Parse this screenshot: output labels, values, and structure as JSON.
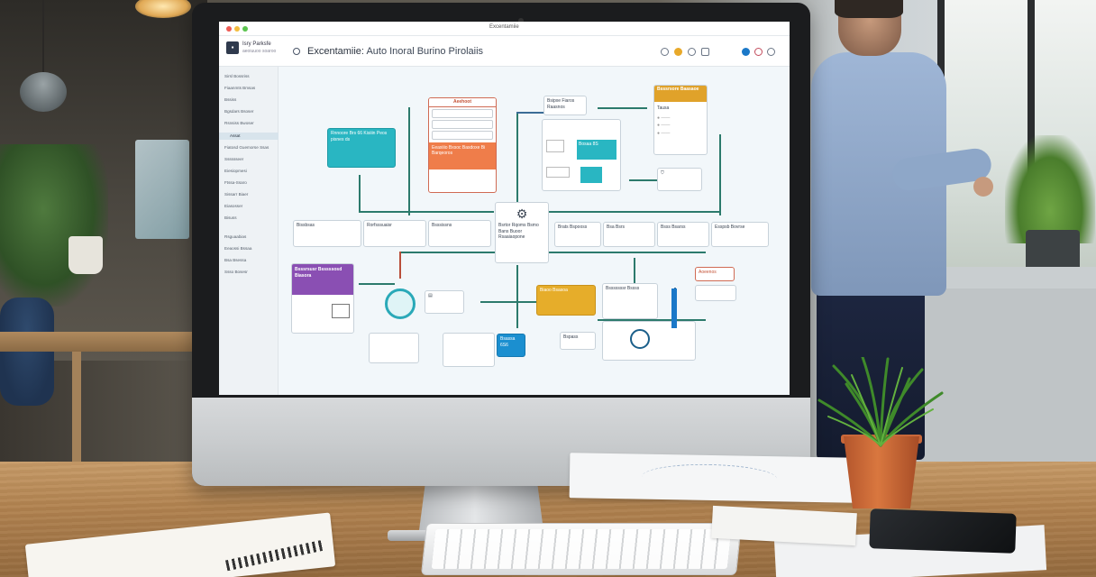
{
  "window": {
    "title": "Excentamiie"
  },
  "org": {
    "name": "Isry Parksfe",
    "sub": "aeoiuuoo soaroo"
  },
  "app": {
    "title": "Excentamiie:",
    "subtitle": "Auto Inoral Burino Pirolaiis"
  },
  "sidebar": {
    "items": [
      "Sirsl Bossriss",
      "Fiaanmts Bmsas",
      "Bssiss",
      "Bgsdars Bsoser",
      "Rsnsiss Bwoser",
      "Assat",
      "Fiatosd Guemorse Ssas",
      "Sssssseer",
      "Eiesiopmesi",
      "Ftssa-Ssaro",
      "Sissarr Biaer",
      "Eiasosser",
      "Bisuss",
      "Rsguaabias",
      "Eeaossi Bssaa",
      "Bsa Bsessa",
      "Ssso Bosesr"
    ]
  },
  "diagram": {
    "nodes": {
      "teal_top": "Rnnoore Brs 66 Kisiiin Peos pisnes ds",
      "approval_head": "Aeehoot",
      "approval_box": "Eeaxiiio Bxsoc Basdoxe Bi Barqeoros",
      "top_mid": "Bsipxe Fiaros Raasnos",
      "top_mid_btn": "Bosaa 8S",
      "right_head": "Bsssrsore Baasaoe",
      "right_item": "Tausa",
      "center_hub": "Bsrtor Rqoms Bsmo Bans Buoor Rsaaiaopone",
      "row_a": "Bissbsas",
      "row_b": "Rorfsssuaisr",
      "row_c": "Bsssissns",
      "row_d": "Brats Bspooss",
      "row_e": "Bsa Bsrs",
      "row_f": "Bsss Bsarss",
      "row_g": "Esspsb Bovrse",
      "purple_box": "Bsssrsusr Bsssssosd Biasora",
      "gold_box": "Biaoo Bsasoa",
      "blue_box": "Bsassa 6S6",
      "orange_small": "Aoeenos",
      "bottom_mid": "Bsssssssr Bssss",
      "bottom_label": "Bspass"
    }
  },
  "colors": {
    "teal": "#29b6c2",
    "orange": "#ef7d4a",
    "gold": "#e6ad2a",
    "purple": "#8a4fb3",
    "blue": "#1b8fd0",
    "connector": "#2c7a6c"
  }
}
